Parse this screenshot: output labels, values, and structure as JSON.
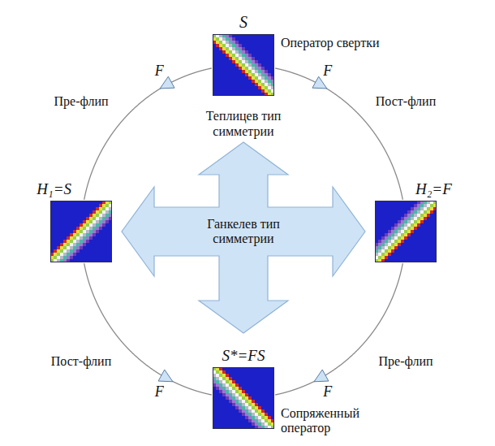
{
  "diagram": {
    "nodes": [
      {
        "text": [
          "S",
          "Оператор свертки"
        ]
      },
      {
        "text": [
          "H₁=S"
        ]
      },
      {
        "text": [
          "Теплицев тип симметрии",
          "Ганкелев тип симметрии"
        ]
      },
      {
        "text": [
          "H₂=F"
        ]
      },
      {
        "text": [
          "S*=FS",
          "Сопряженный оператор"
        ]
      }
    ],
    "edges": [
      {
        "from": 0,
        "to": 1,
        "label": "F",
        "arrow": "to"
      },
      {
        "from": 0,
        "to": 3,
        "label": "F",
        "arrow": "to"
      },
      {
        "from": 1,
        "to": 4,
        "label": "F",
        "arrow": "to"
      },
      {
        "from": 3,
        "to": 4,
        "label": "F",
        "arrow": "to"
      }
    ],
    "labels": [
      "Пре-флип",
      "Пост-флип",
      "Пост-флип",
      "Пре-флип"
    ]
  }
}
